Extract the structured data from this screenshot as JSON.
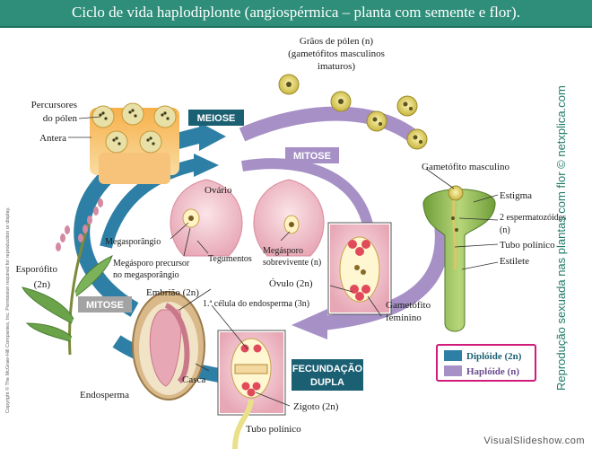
{
  "title": "Ciclo de vida haplodiplonte (angiospérmica – planta com semente e flor).",
  "labels": {
    "pollen_grains": [
      "Grãos de pólen (n)",
      "(gametófitos masculinos",
      "imaturos)"
    ],
    "pollen_precursors": [
      "Percursores",
      "do pólen"
    ],
    "anther": "Antera",
    "meiosis": "MEIOSE",
    "mitosis_top": "MITOSE",
    "male_gametophyte": "Gametófito masculino",
    "stigma": "Estigma",
    "sperm": [
      "2 espermatozóides",
      "(n)"
    ],
    "pollen_tube_right": "Tubo polínico",
    "style": "Estilete",
    "ovary": "Ovário",
    "megasporangium": "Megasporângio",
    "megaspore_precursor": [
      "Megásporo precursor",
      "no megasporângio"
    ],
    "integuments": "Tegumentos",
    "surviving_megaspore": [
      "Megásporo",
      "sobrevivente (n)"
    ],
    "ovule": "Óvulo (2n)",
    "female_gametophyte": [
      "Gametófito",
      "feminino"
    ],
    "sporophyte": [
      "Esporófito",
      "(2n)"
    ],
    "mitosis_left": "MITOSE",
    "embryo": "Embrião (2n)",
    "endosperm_cell": "1.ª célula do endosperma (3n)",
    "endosperm": "Endosperma",
    "seed_coat": "Casca",
    "double_fertilization": [
      "FECUNDAÇÃO",
      "DUPLA"
    ],
    "zygote": "Zigoto (2n)",
    "pollen_tube_bottom": "Tubo polínico"
  },
  "legend": {
    "items": [
      {
        "label": "Diplóide (2n)",
        "color": "#2e7fa5"
      },
      {
        "label": "Haplóide (n)",
        "color": "#a690c6"
      }
    ]
  },
  "side_text": {
    "right": "Reprodução sexuada nas plantas com flor © netxplica.com",
    "left": "Copyright © The McGraw-Hill Companies, Inc. Permission required for reproduction or display."
  },
  "footer": "VisualSlideshow.com",
  "colors": {
    "title_bg": "#2f8e7a",
    "diploid_arrow": "#2e7fa5",
    "haploid_arrow": "#a690c6",
    "label_box": "#1b5f73",
    "side_text": "#1f7a66"
  }
}
